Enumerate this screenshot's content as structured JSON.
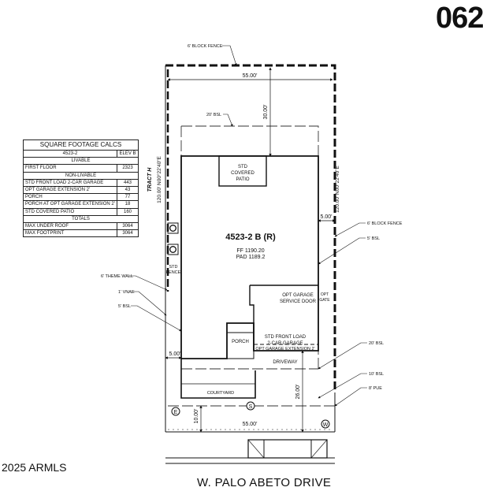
{
  "lot_number": "062",
  "street": "W. PALO ABETO DRIVE",
  "copyright": "2025 ARMLS",
  "footage_table": {
    "title": "SQUARE FOOTAGE CALCS",
    "plan": "4523-2",
    "elev": "ELEV B",
    "livable_header": "LIVABLE",
    "livable": [
      {
        "label": "FIRST FLOOR",
        "value": "2323"
      }
    ],
    "nonlivable_header": "NON-LIVABLE",
    "nonlivable": [
      {
        "label": "STD FRONT LOAD 2-CAR GARAGE",
        "value": "443"
      },
      {
        "label": "OPT GARAGE EXTENSION 2'",
        "value": "43"
      },
      {
        "label": "PORCH",
        "value": "77"
      },
      {
        "label": "PORCH AT OPT GARAGE EXTENSION 2'",
        "value": "18"
      },
      {
        "label": "STD COVERED PATIO",
        "value": "160"
      }
    ],
    "totals_header": "TOTALS",
    "totals": [
      {
        "label": "MAX UNDER ROOF",
        "value": "3064"
      },
      {
        "label": "MAX FOOTPRINT",
        "value": "3064"
      }
    ]
  },
  "plan": {
    "house_label": "4523-2 B (R)",
    "ff": "FF 1190.20",
    "pad": "PAD 1189.2",
    "std_covered_patio": [
      "STD",
      "COVERED",
      "PATIO"
    ],
    "std_fence": [
      "STD",
      "FENCE"
    ],
    "opt_garage_service_door": [
      "OPT GARAGE",
      "SERVICE DOOR"
    ],
    "opt_gate": [
      "OPT",
      "GATE"
    ],
    "porch": "PORCH",
    "garage": [
      "STD FRONT LOAD",
      "2-CAR GARAGE"
    ],
    "opt_garage_ext": "OPT GARAGE EXTENSION 2'",
    "driveway": "DRIVEWAY",
    "courtyard": "COURTYARD",
    "tract": "TRACT H"
  },
  "dimensions": {
    "top_width": "55.00'",
    "bottom_width": "55.00'",
    "rear_setback": "30.00'",
    "side_right": "5.00'",
    "side_left": "5.00'",
    "front_setback": "26.00'",
    "right_edge_length": "10.00'",
    "lot_depth_left": "120.00' N00°22'40\"E",
    "lot_depth_right": "120.00' N00°22'40\"E"
  },
  "callouts": {
    "block_fence_top": "6' BLOCK FENCE",
    "bsl_20_top": "20' BSL",
    "block_fence_right": "6' BLOCK FENCE",
    "bsl_5_right": "5' BSL",
    "theme_wall": "6' THEME WALL",
    "vnae": "1' VNAE",
    "bsl_5_left": "5' BSL",
    "bsl_20_front": "20' BSL",
    "bsl_10_front": "10' BSL",
    "pue_8": "8' PUE"
  },
  "markers": {
    "e": "E",
    "s": "S",
    "w": "W"
  }
}
